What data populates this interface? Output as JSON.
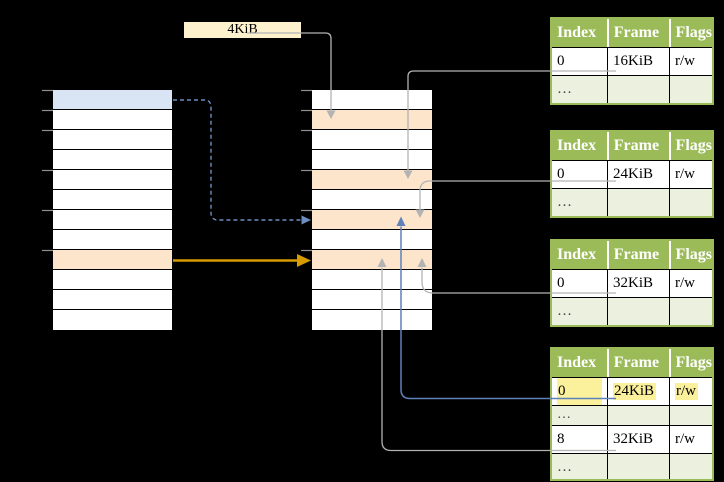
{
  "frame_label": {
    "text": "4KiB"
  },
  "memory": {
    "virtual_rows": [
      "blue",
      "white",
      "white",
      "white",
      "white",
      "white",
      "white",
      "white",
      "orange",
      "white",
      "white",
      "white"
    ],
    "physical_rows": [
      "white",
      "orange",
      "white",
      "white",
      "orange",
      "white",
      "orange",
      "white",
      "orange",
      "white",
      "white",
      "white"
    ]
  },
  "page_tables": [
    {
      "headers": [
        "Index",
        "Frame",
        "Flags"
      ],
      "rows": [
        {
          "cells": [
            "0",
            "16KiB",
            "r/w"
          ],
          "variant": "white"
        },
        {
          "cells": [
            "…",
            "",
            ""
          ],
          "variant": "green"
        }
      ]
    },
    {
      "headers": [
        "Index",
        "Frame",
        "Flags"
      ],
      "rows": [
        {
          "cells": [
            "0",
            "24KiB",
            "r/w"
          ],
          "variant": "white"
        },
        {
          "cells": [
            "…",
            "",
            ""
          ],
          "variant": "green"
        }
      ]
    },
    {
      "headers": [
        "Index",
        "Frame",
        "Flags"
      ],
      "rows": [
        {
          "cells": [
            "0",
            "32KiB",
            "r/w"
          ],
          "variant": "white"
        },
        {
          "cells": [
            "…",
            "",
            ""
          ],
          "variant": "green"
        }
      ]
    },
    {
      "headers": [
        "Index",
        "Frame",
        "Flags"
      ],
      "rows": [
        {
          "cells": [
            "0",
            "24KiB",
            "r/w"
          ],
          "variant": "white",
          "highlighted": true
        },
        {
          "cells": [
            "…",
            "",
            ""
          ],
          "variant": "green"
        },
        {
          "cells": [
            "8",
            "32KiB",
            "r/w"
          ],
          "variant": "white"
        },
        {
          "cells": [
            "…",
            "",
            ""
          ],
          "variant": "green"
        }
      ]
    }
  ],
  "colors": {
    "header_green": "#9bbb59",
    "row_green": "#ebf1de",
    "mem_blue": "#d9e4f5",
    "mem_orange": "#fde5cc",
    "label_fill": "#fdf1ce",
    "highlight_yellow": "#fbf19d",
    "arrow_gray": "#b3b3b3",
    "arrow_blue": "#5f81ba",
    "arrow_blue_dashed": "#6c8ebf",
    "arrow_orange": "#d79b00",
    "tick_gray": "#8f8f8f"
  }
}
